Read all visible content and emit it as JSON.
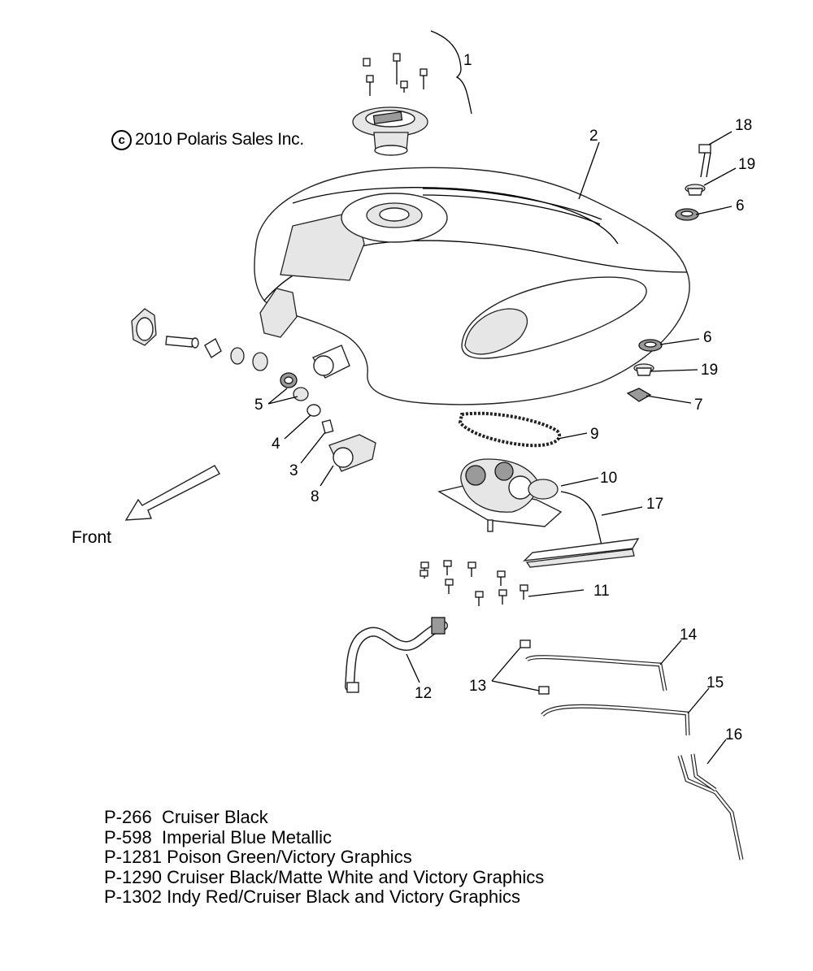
{
  "copyright": {
    "symbol": "c",
    "text": "2010 Polaris Sales Inc."
  },
  "direction_label": "Front",
  "callouts": [
    "1",
    "2",
    "18",
    "19",
    "6",
    "6",
    "19",
    "7",
    "9",
    "10",
    "17",
    "5",
    "4",
    "3",
    "8",
    "11",
    "12",
    "13",
    "14",
    "15",
    "16"
  ],
  "color_codes": [
    {
      "code": "P-266",
      "name": "Cruiser Black"
    },
    {
      "code": "P-598",
      "name": "Imperial Blue Metallic"
    },
    {
      "code": "P-1281",
      "name": "Poison Green/Victory Graphics"
    },
    {
      "code": "P-1290",
      "name": "Cruiser Black/Matte White and Victory Graphics"
    },
    {
      "code": "P-1302",
      "name": "Indy Red/Cruiser Black and Victory Graphics"
    }
  ]
}
